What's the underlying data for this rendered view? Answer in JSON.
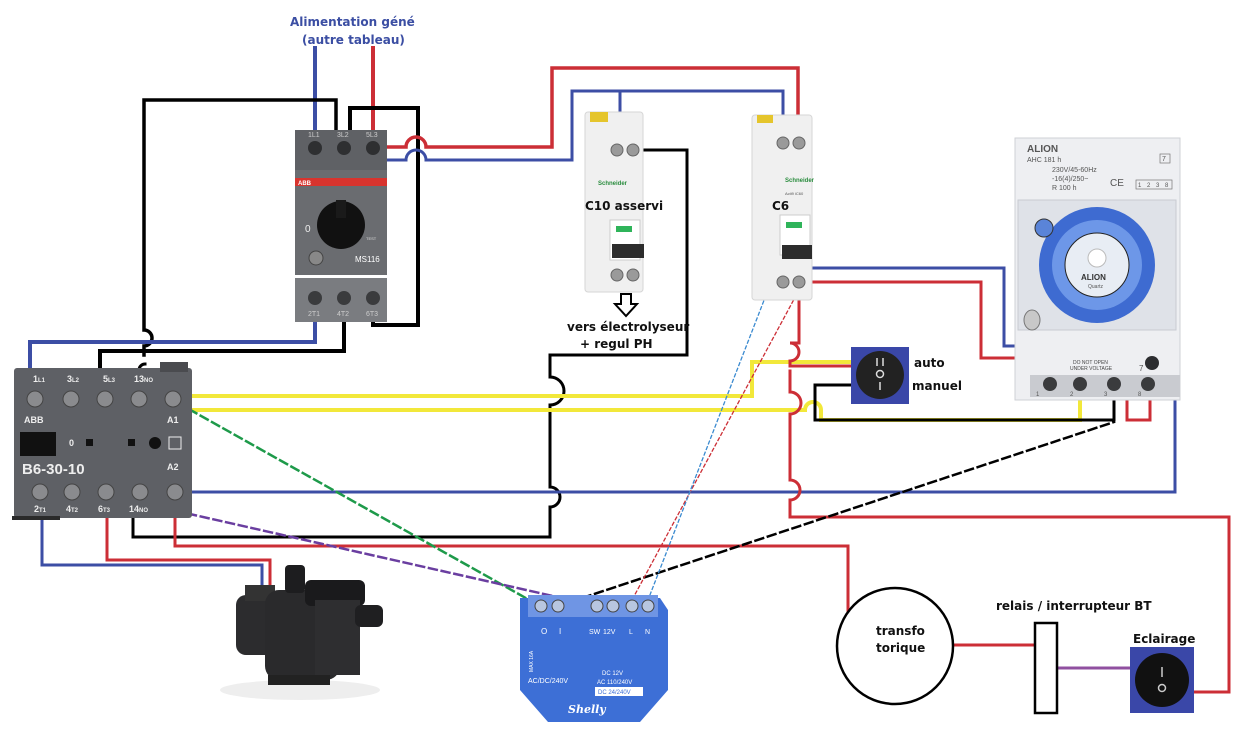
{
  "title": "Schéma câblage pompe piscine",
  "labels": {
    "supply": [
      "Alimentation géné",
      "(autre tableau)"
    ],
    "breaker_c10": "C10 asservi",
    "to_devices": [
      "vers électrolyseur",
      "+ regul PH"
    ],
    "breaker_c6": "C6",
    "switch_auto": "auto",
    "switch_manual": "manuel",
    "transformer": [
      "transfo",
      "torique"
    ],
    "relay": "relais / interrupteur BT",
    "lighting": "Eclairage"
  },
  "motor_protector": {
    "brand": "ABB",
    "model": "MS116",
    "top_terminals": [
      "1L1",
      "3L2",
      "5L3"
    ],
    "bottom_terminals": [
      "2T1",
      "4T2",
      "6T3"
    ],
    "test_label": "TEST",
    "dial_zero": "0"
  },
  "contactor": {
    "brand": "ABB",
    "model": "B6-30-10",
    "top_terminals": [
      {
        "num": "1",
        "sub": "L1"
      },
      {
        "num": "3",
        "sub": "L2"
      },
      {
        "num": "5",
        "sub": "L3"
      },
      {
        "num": "13",
        "sub": "NO"
      }
    ],
    "bottom_terminals": [
      {
        "num": "2",
        "sub": "T1"
      },
      {
        "num": "4",
        "sub": "T2"
      },
      {
        "num": "6",
        "sub": "T3"
      },
      {
        "num": "14",
        "sub": "NO"
      }
    ],
    "coil_a1": "A1",
    "coil_a2": "A2",
    "indicator": "0"
  },
  "breaker_brand": "Schneider",
  "breaker_model": "Acti9 iC60",
  "timer": {
    "brand": "ALION",
    "model": "AHC 181 h",
    "spec1": "230V/45-60Hz",
    "spec2": "-16(4)/250~",
    "spec3": "R 100 h",
    "ce": "CE",
    "dial_brand": "ALION",
    "dial_sub": "Quartz",
    "warning": [
      "DO NOT OPEN",
      "UNDER VOLTAGE"
    ],
    "terminal_top": "7",
    "terminals": [
      "1",
      "2",
      "3",
      "8"
    ],
    "pin_box": [
      "1",
      "2",
      "3",
      "8"
    ]
  },
  "shelly": {
    "brand": "Shelly",
    "terminals_left": [
      "O",
      "I"
    ],
    "terminals_right": [
      "SW",
      "12V",
      "L",
      "N"
    ],
    "model_code": "MAX 16A",
    "voltage_left": "AC/DC/240V",
    "voltage_right": [
      "DC 12V",
      "AC 110/240V",
      "DC 24/240V"
    ]
  },
  "colors": {
    "phase": "#cc2e36",
    "neutral": "#3c4ea5",
    "control": "#000000",
    "signal": "#f2e83a",
    "dashed_green": "#1e9a4a",
    "dashed_purple": "#6a3ea0",
    "dashed_blue": "#3a8ad0",
    "low_voltage": "#9050a0",
    "device_gray": "#5b5d62",
    "shelly_blue": "#3d6fd6",
    "switch_bg": "#3a47a8"
  }
}
